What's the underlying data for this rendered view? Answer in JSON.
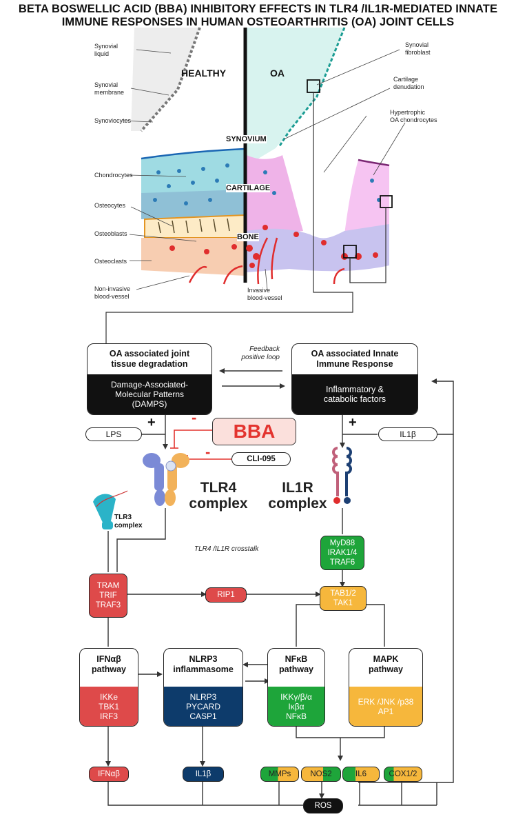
{
  "title": {
    "line1": "BETA BOSWELLIC ACID (BBA) INHIBITORY EFFECTS IN TLR4 /IL1R-MEDIATED INNATE",
    "line2": "IMMUNE RESPONSES IN HUMAN OSTEOARTHRITIS (OA) JOINT CELLS"
  },
  "anatomy": {
    "healthy": "HEALTHY",
    "oa": "OA",
    "synovium": "SYNOVIUM",
    "cartilage": "CARTILAGE",
    "bone": "BONE",
    "left_labels": {
      "synovial_liquid": "Synovial\nliquid",
      "synovial_membrane": "Synovial\nmembrane",
      "synoviocytes": "Synoviocytes",
      "chondrocytes": "Chondrocytes",
      "osteocytes": "Osteocytes",
      "osteoblasts": "Osteoblasts",
      "osteoclasts": "Osteoclasts",
      "non_invasive": "Non-invasive\nblood-vessel"
    },
    "right_labels": {
      "synovial_fibroblast": "Synovial\nfibroblast",
      "cartilage_denudation": "Cartilage\ndenudation",
      "hypertrophic": "Hypertrophic\nOA chondrocytes",
      "invasive": "Invasive\nblood-vessel"
    }
  },
  "flow": {
    "degradation_box": {
      "header": "OA associated joint\ntissue degradation",
      "body": "Damage-Associated-\nMolecular Patterns\n(DAMPS)"
    },
    "immune_box": {
      "header": "OA associated Innate\nImmune Response",
      "body": "Inflammatory &\ncatabolic factors"
    },
    "feedback": "Feedback\npositive loop",
    "lps": "LPS",
    "il1b_input": "IL1β",
    "plus": "+",
    "minus": "-",
    "bba": "BBA",
    "cli095": "CLI-095",
    "tlr4": "TLR4\ncomplex",
    "il1r": "IL1R\ncomplex",
    "tlr3": "TLR3\ncomplex",
    "crosstalk": "TLR4 /IL1R crosstalk",
    "myd88": "MyD88\nIRAK1/4\nTRAF6",
    "tram": "TRAM\nTRIF\nTRAF3",
    "rip1": "RIP1",
    "tab": "TAB1/2\nTAK1",
    "pathways": {
      "ifn": {
        "header": "IFNαβ\npathway",
        "body": "IKKe\nTBK1\nIRF3"
      },
      "nlrp3": {
        "header": "NLRP3\ninflammasome",
        "body": "NLRP3\nPYCARD\nCASP1"
      },
      "nfkb": {
        "header": "NFκB\npathway",
        "body": "IKKγ/β/α\nIκβα\nNFκB"
      },
      "mapk": {
        "header": "MAPK\npathway",
        "body": "ERK /JNK /p38\nAP1"
      }
    },
    "outputs": {
      "ifnab": "IFNαβ",
      "il1b": "IL1β",
      "mmps": "MMPs",
      "nos2": "NOS2",
      "il6": "IL6",
      "cox": "COX1/2",
      "ros": "ROS"
    }
  },
  "colors": {
    "red": "#de4a4a",
    "green": "#1ea53a",
    "navy": "#0d3b6b",
    "orange": "#f6b73c",
    "black": "#111111",
    "bba_bg": "#fbe0dc",
    "bba_text": "#e3342f"
  }
}
